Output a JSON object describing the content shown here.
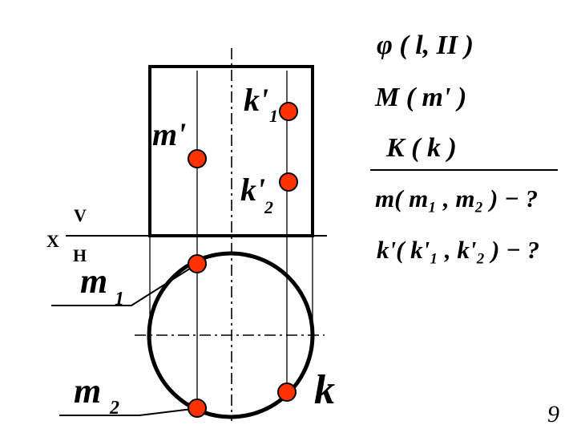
{
  "projection_labels": {
    "m_prime": "m'",
    "k1_prime": "k'",
    "k1_sub": "1",
    "k2_prime": "k'",
    "k2_sub": "2",
    "m1": "m",
    "m1_sub": "1",
    "m2": "m",
    "m2_sub": "2",
    "k": "k"
  },
  "axis_labels": {
    "x": "X",
    "v": "V",
    "h": "H"
  },
  "conditions": {
    "line1": "φ ( l, II )",
    "line2": "M ( m' )",
    "line3": "K ( k )",
    "line4": "m( m₁ , m₂ ) − ?",
    "line5": "k'( k'₁ , k'₂ ) − ?"
  },
  "page_number": "9",
  "colors": {
    "point_fill": "#ff3300",
    "point_stroke": "#000000",
    "line": "#000000"
  }
}
